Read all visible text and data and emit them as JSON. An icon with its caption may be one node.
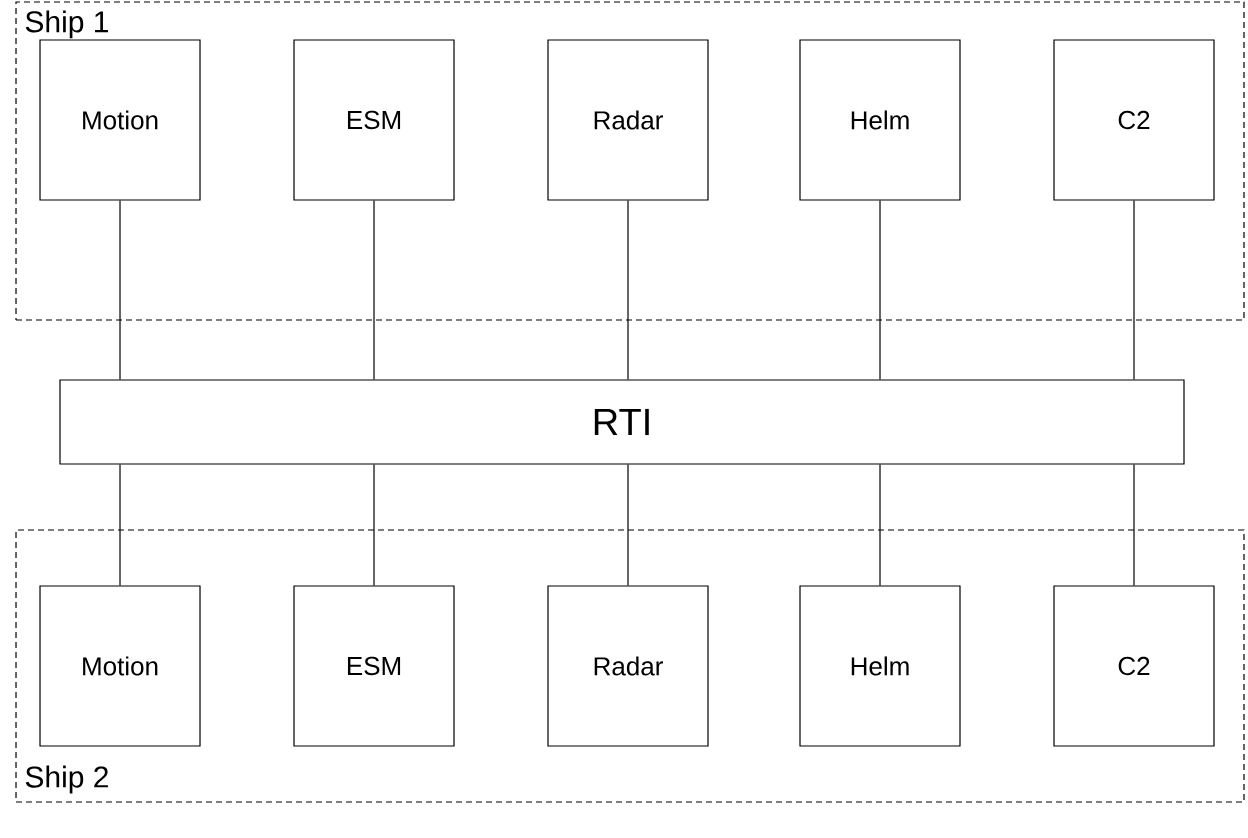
{
  "diagram": {
    "nodes": [
      {
        "text": [
          "Ship 1"
        ]
      },
      {
        "text": [
          "Motion"
        ],
        "in": 0
      },
      {
        "text": [
          "ESM"
        ],
        "in": 0
      },
      {
        "text": [
          "Radar"
        ],
        "in": 0
      },
      {
        "text": [
          "Helm"
        ],
        "in": 0
      },
      {
        "text": [
          "C2"
        ],
        "in": 0
      },
      {
        "text": [
          "RTI"
        ]
      },
      {
        "text": [
          "Ship 2"
        ]
      },
      {
        "text": [
          "Motion"
        ],
        "in": 7
      },
      {
        "text": [
          "ESM"
        ],
        "in": 7
      },
      {
        "text": [
          "Radar"
        ],
        "in": 7
      },
      {
        "text": [
          "Helm"
        ],
        "in": 7
      },
      {
        "text": [
          "C2"
        ],
        "in": 7
      }
    ],
    "edges": [
      {
        "from": 1,
        "to": 6,
        "arrow": "none"
      },
      {
        "from": 2,
        "to": 6,
        "arrow": "none"
      },
      {
        "from": 3,
        "to": 6,
        "arrow": "none"
      },
      {
        "from": 4,
        "to": 6,
        "arrow": "none"
      },
      {
        "from": 5,
        "to": 6,
        "arrow": "none"
      },
      {
        "from": 6,
        "to": 8,
        "arrow": "none"
      },
      {
        "from": 6,
        "to": 9,
        "arrow": "none"
      },
      {
        "from": 6,
        "to": 10,
        "arrow": "none"
      },
      {
        "from": 6,
        "to": 11,
        "arrow": "none"
      },
      {
        "from": 6,
        "to": 12,
        "arrow": "none"
      }
    ]
  }
}
